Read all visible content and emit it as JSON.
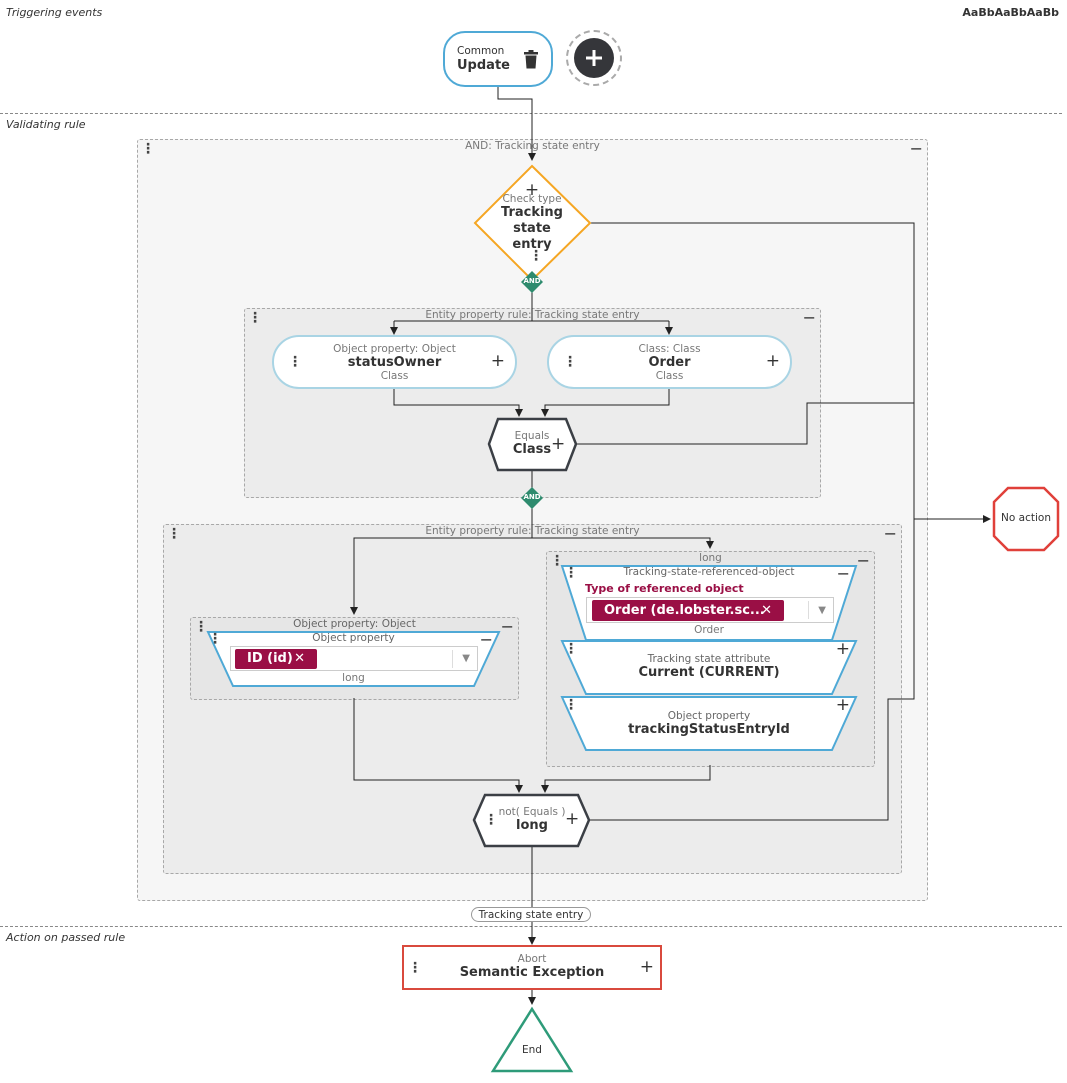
{
  "sections": {
    "triggering": "Triggering events",
    "validating": "Validating rule",
    "action": "Action on passed rule",
    "font_sample": "AaBbAaBbAaBb"
  },
  "trigger": {
    "line1": "Common",
    "line2": "Update"
  },
  "outer_group": {
    "title": "AND: Tracking state entry"
  },
  "check_type": {
    "line1": "Check type",
    "line2": "Tracking",
    "line3": "state",
    "line4": "entry"
  },
  "and_badge": "AND",
  "entity_rule_1": {
    "title": "Entity property rule: Tracking state entry",
    "left_pill": {
      "line1": "Object property: Object",
      "line2": "statusOwner",
      "line3": "Class"
    },
    "right_pill": {
      "line1": "Class: Class",
      "line2": "Order",
      "line3": "Class"
    },
    "equals": {
      "line1": "Equals",
      "line2": "Class"
    }
  },
  "entity_rule_2": {
    "title": "Entity property rule: Tracking state entry",
    "left_group": {
      "title": "Object property: Object",
      "card_title": "Object property",
      "tag": "ID (id)",
      "footer": "long"
    },
    "right_group": {
      "title": "long",
      "card1_title": "Tracking-state-referenced-object",
      "card1_label": "Type of referenced object",
      "card1_tag": "Order (de.lobster.sc...",
      "card1_footer": "Order",
      "card2_line1": "Tracking state attribute",
      "card2_line2": "Current (CURRENT)",
      "card3_line1": "Object property",
      "card3_line2": "trackingStatusEntryId"
    },
    "not_equals": {
      "line1": "not( Equals )",
      "line2": "long"
    }
  },
  "no_action": "No action",
  "output_label": "Tracking state entry",
  "abort": {
    "line1": "Abort",
    "line2": "Semantic Exception"
  },
  "end": "End",
  "colors": {
    "trigger_border": "#4fa9d6",
    "check_border": "#f5a623",
    "and_badge": "#2e8b6e",
    "tag_bg": "#9a0f45",
    "no_action_border": "#e0403a",
    "abort_border": "#d94a3d",
    "end_border": "#2e9b79"
  }
}
